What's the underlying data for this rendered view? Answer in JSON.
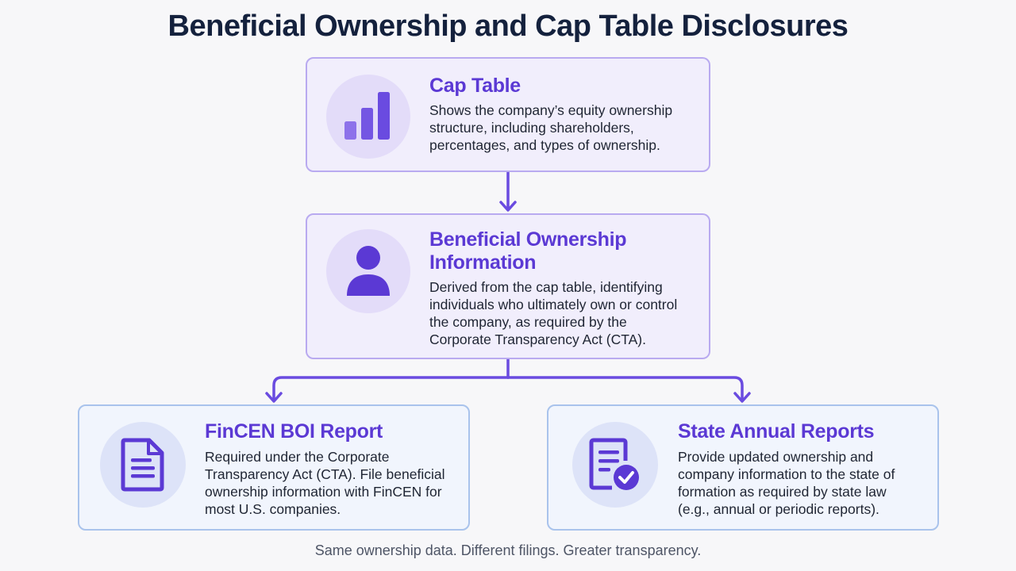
{
  "title": "Beneficial Ownership and Cap Table Disclosures",
  "colors": {
    "accent": "#5b39d4",
    "purple_card_bg": "#f1eefc",
    "purple_card_border": "#b9aaf0",
    "blue_card_bg": "#f1f5fd",
    "blue_card_border": "#a9c3ec",
    "connector": "#6a4be0"
  },
  "nodes": {
    "cap_table": {
      "title": "Cap Table",
      "icon": "bar-chart-icon",
      "description": [
        "Shows the company’s equity ownership",
        "structure, including shareholders,",
        "percentages, and types of ownership."
      ]
    },
    "boi": {
      "title": [
        "Beneficial Ownership",
        "Information"
      ],
      "icon": "person-icon",
      "description": [
        "Derived from the cap table, identifying",
        "individuals who ultimately own or control",
        "the company, as required by the",
        "Corporate Transparency Act (CTA)."
      ]
    },
    "fincen": {
      "title": "FinCEN BOI Report",
      "icon": "document-icon",
      "description": [
        "Required under the Corporate",
        "Transparency Act (CTA). File beneficial",
        "ownership information with FinCEN for",
        "most U.S. companies."
      ]
    },
    "state": {
      "title": "State Annual Reports",
      "icon": "document-check-icon",
      "description": [
        "Provide updated ownership and",
        "company information to the state of",
        "formation as required by state law",
        "(e.g., annual or periodic reports)."
      ]
    }
  },
  "edges": [
    {
      "from": "cap_table",
      "to": "boi"
    },
    {
      "from": "boi",
      "to": "fincen"
    },
    {
      "from": "boi",
      "to": "state"
    }
  ],
  "footer": "Same ownership data. Different filings. Greater transparency."
}
